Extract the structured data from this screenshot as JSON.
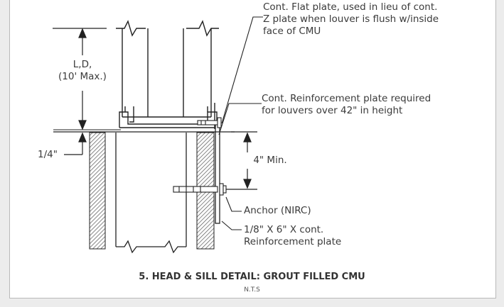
{
  "notes": {
    "flat_plate": [
      "Cont. Flat plate, used in lieu of cont.",
      "Z plate when louver is flush w/inside",
      "face of CMU"
    ],
    "reinforcement_required": [
      "Cont. Reinforcement plate required",
      "for louvers over 42\" in height"
    ],
    "anchor": "Anchor (NIRC)",
    "reinforcement_plate": [
      "1/8\" X 6\" X cont.",
      "Reinforcement plate"
    ]
  },
  "dimensions": {
    "height": [
      "L,D,",
      "(10' Max.)"
    ],
    "gap": "1/4\"",
    "min": "4\" Min."
  },
  "title": "5. HEAD & SILL  DETAIL: GROUT FILLED CMU",
  "subtitle": "N.T.S"
}
